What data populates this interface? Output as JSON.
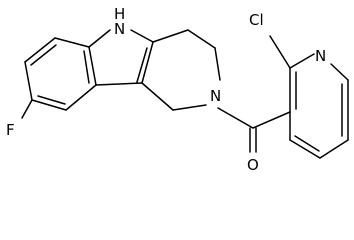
{
  "molecule": {
    "atoms": {
      "nh": "H",
      "n_indole": "N",
      "n_ring": "N",
      "n_pyridine": "N",
      "cl": "Cl",
      "f": "F",
      "o": "O"
    },
    "colors": {
      "bond": "#000000",
      "label": "#000000",
      "background": "#ffffff"
    }
  }
}
